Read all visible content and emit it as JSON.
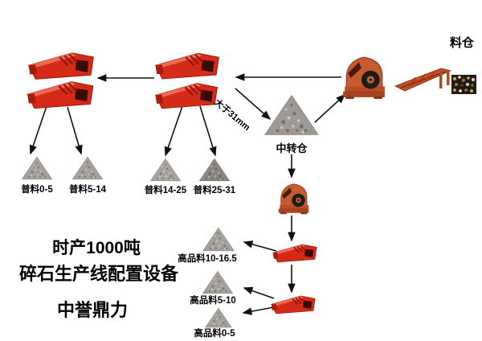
{
  "colors": {
    "background": "#ffffff",
    "machine_red": "#d62a18",
    "crusher_orange": "#c85a30",
    "arrow_black": "#111111",
    "pile_gray": "#a5a19a",
    "pile_dark_gray": "#8b8780",
    "text_black": "#000000"
  },
  "icons": {
    "vibrating_screen": "vibrating-screen-icon",
    "hammer_crusher": "hammer-crusher-icon",
    "grizzly_feeder": "feeder-icon",
    "gravel_pile": "gravel-pile-icon",
    "stockpile_photo": "stockpile-texture-icon"
  },
  "labels": {
    "silo": "料仓",
    "transfer_bin": "中转仓",
    "oversize": "大于31mm"
  },
  "ordinary_piles": [
    "普料0-5",
    "普料5-14",
    "普料14-25",
    "普料25-31"
  ],
  "premium_piles": [
    "高品料10-16.5",
    "高品料5-10",
    "高品料0-5"
  ],
  "caption": {
    "line1": "时产1000吨",
    "line2": "碎石生产线配置设备",
    "line3": "中誉鼎力"
  }
}
